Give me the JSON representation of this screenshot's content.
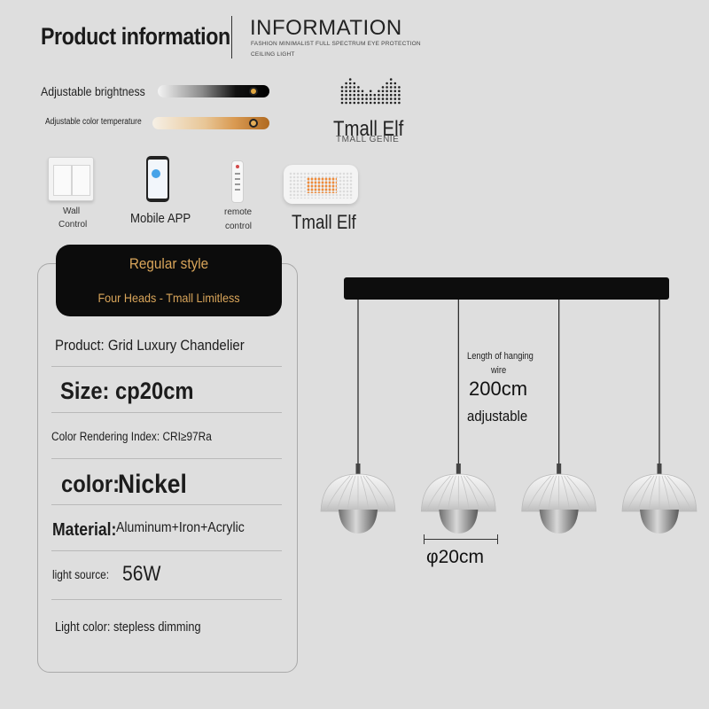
{
  "header": {
    "title": "Product information",
    "info_heading": "INFORMATION",
    "info_sub1": "FASHION MINIMALIST FULL SPECTRUM EYE PROTECTION",
    "info_sub2": "CEILING LIGHT"
  },
  "sliders": {
    "brightness_label": "Adjustable brightness",
    "brightness_level": 0.92,
    "color_temp_label": "Adjustable color temperature",
    "color_temp_level": 0.92
  },
  "tmall_logo": {
    "name": "Tmall Elf",
    "sub": "TMALL GENIE"
  },
  "controls": {
    "wall_1": "Wall",
    "wall_2": "Control",
    "app": "Mobile APP",
    "remote_1": "remote",
    "remote_2": "control",
    "elf": "Tmall Elf"
  },
  "style_banner": {
    "title": "Regular style",
    "variant": "Four Heads - Tmall Limitless"
  },
  "specs": {
    "product": "Product: Grid Luxury Chandelier",
    "size": "Size: cp20cm",
    "cri": "Color Rendering Index: CRI≥97Ra",
    "color_label": "color:",
    "color_value": "Nickel",
    "material_label": "Material:",
    "material_value": "Aluminum+Iron+Acrylic",
    "source_label": "light source:",
    "source_value": "56W",
    "light_color": "Light color: stepless dimming"
  },
  "diagram": {
    "wire_label_1": "Length of hanging",
    "wire_label_2": "wire",
    "wire_length": "200cm",
    "wire_adjust": "adjustable",
    "diameter": "φ20cm",
    "head_count": 4
  },
  "colors": {
    "accent_gold": "#d9a55a",
    "banner_bg": "#0c0c0c",
    "page_bg": "#dedede"
  },
  "icons": [
    "wall-switch-icon",
    "phone-icon",
    "remote-icon",
    "smart-speaker-icon",
    "sound-wave-icon"
  ]
}
